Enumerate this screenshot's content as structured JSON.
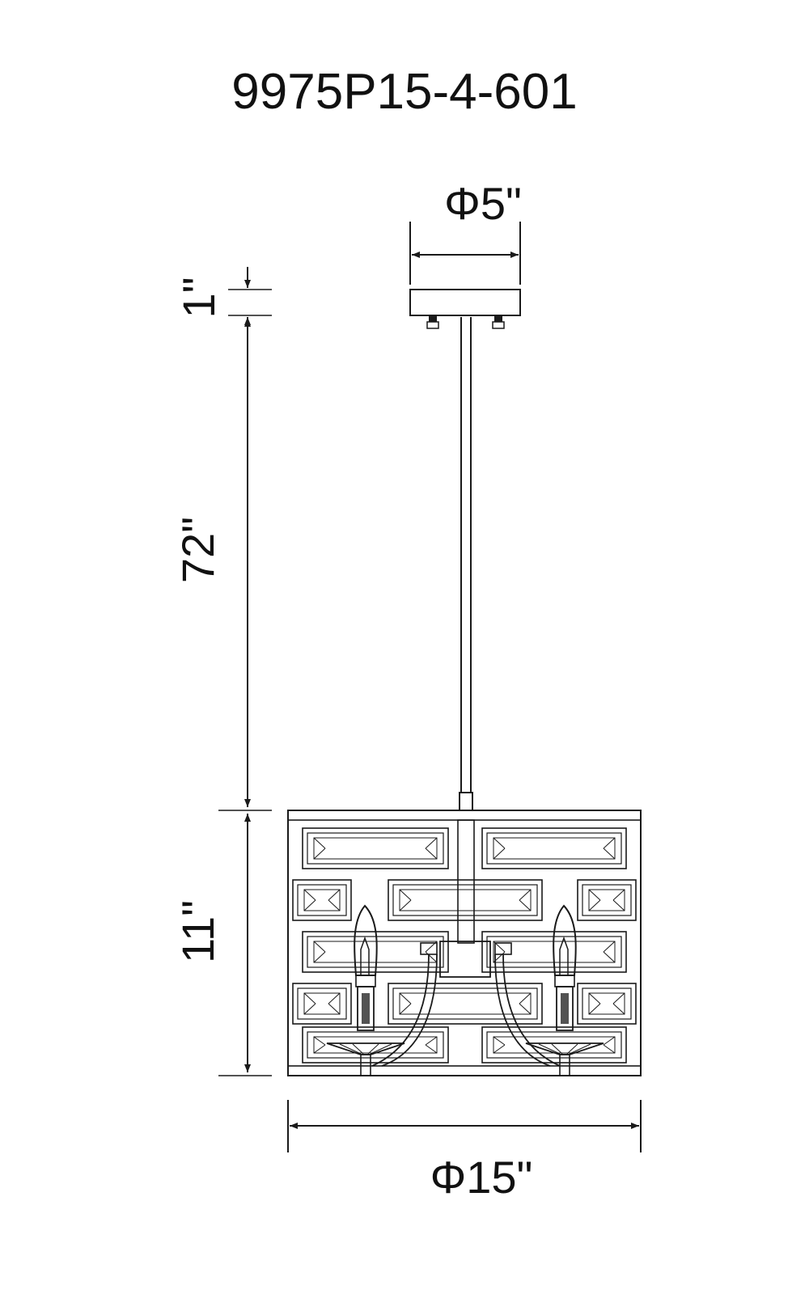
{
  "model_number": "9975P15-4-601",
  "dimensions": {
    "canopy_diameter": "Φ5\"",
    "canopy_height": "1\"",
    "rod_length": "72\"",
    "body_height": "11\"",
    "shade_diameter": "Φ15\""
  },
  "colors": {
    "line": "#1a1a1a",
    "background": "#ffffff"
  }
}
